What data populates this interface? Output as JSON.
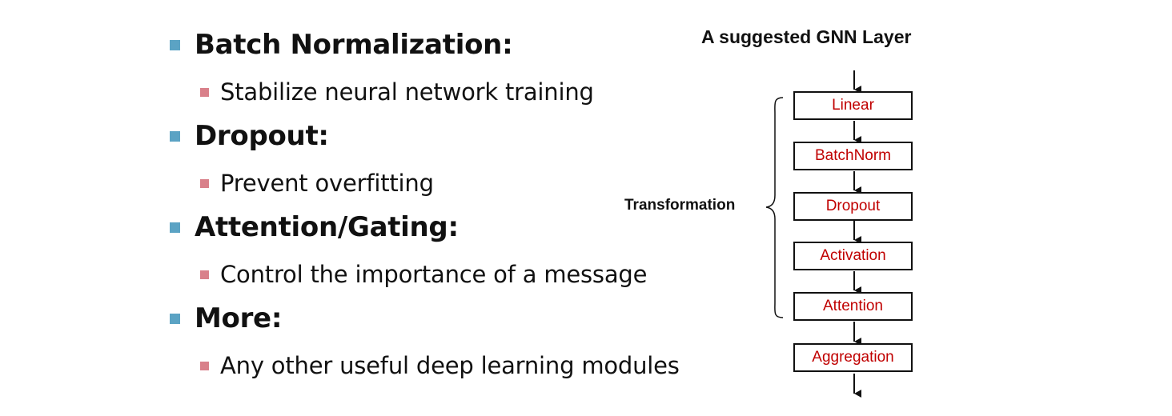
{
  "bullets": [
    {
      "label": "Batch Normalization:",
      "sub": "Stabilize neural network training"
    },
    {
      "label": "Dropout:",
      "sub": "Prevent overfitting"
    },
    {
      "label": "Attention/Gating:",
      "sub": "Control the importance of a message"
    },
    {
      "label": "More:",
      "sub": "Any other useful deep learning modules"
    }
  ],
  "diagram": {
    "title": "A suggested GNN Layer",
    "brace_label": "Transformation",
    "boxes": [
      "Linear",
      "BatchNorm",
      "Dropout",
      "Activation",
      "Attention",
      "Aggregation"
    ]
  },
  "colors": {
    "bullet_l1": "#5ba3c4",
    "bullet_l2": "#d9808a",
    "box_text": "#c00000"
  }
}
